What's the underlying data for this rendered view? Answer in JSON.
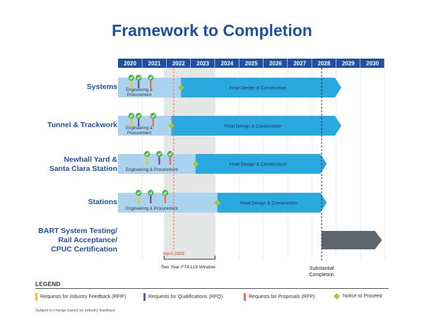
{
  "title": "Framework to Completion",
  "years": [
    "2020",
    "2021",
    "2022",
    "2023",
    "2024",
    "2025",
    "2026",
    "2027",
    "2028",
    "2029",
    "2030"
  ],
  "rows": [
    {
      "label": "Systems",
      "ep_label": "Engineering &\nProcurement",
      "fd_label": "Final Design & Construction"
    },
    {
      "label": "Tunnel & Trackwork",
      "ep_label": "Engineering &\nProcurement",
      "fd_label": "Final Design & Construction"
    },
    {
      "label": "Newhall Yard &\nSanta Clara Station",
      "ep_label": "Engineering & Procurement",
      "fd_label": "Final Design & Construction"
    },
    {
      "label": "Stations",
      "ep_label": "Engineering & Procurement",
      "fd_label": "Final Design & Construction"
    },
    {
      "label": "BART System Testing/\nRail Acceptance/\nCPUC Certification"
    }
  ],
  "april_label": "April 2022",
  "loi_label": "Two Year FTA LOI Window",
  "substantial_label": "Substantial\nCompletion",
  "legend": {
    "title": "LEGEND",
    "items": [
      {
        "label": "Requests for Industry Feedback (RFIF)",
        "color": "#f2c51c"
      },
      {
        "label": "Requests for Qualifications (RFQ)",
        "color": "#7b4fa0"
      },
      {
        "label": "Requests for Proposals (RFP)",
        "color": "#ef6b4b"
      },
      {
        "label": "Notice to Proceed",
        "color": "#9ccc3c"
      }
    ]
  },
  "footnote": "Subject to change based on industry feedback",
  "colors": {
    "header": "#1f4fa3",
    "ep_bar": "#aad3ef",
    "fd_bar": "#2aa8e0",
    "testing_bar": "#5b6670",
    "check": "#4db84a"
  }
}
